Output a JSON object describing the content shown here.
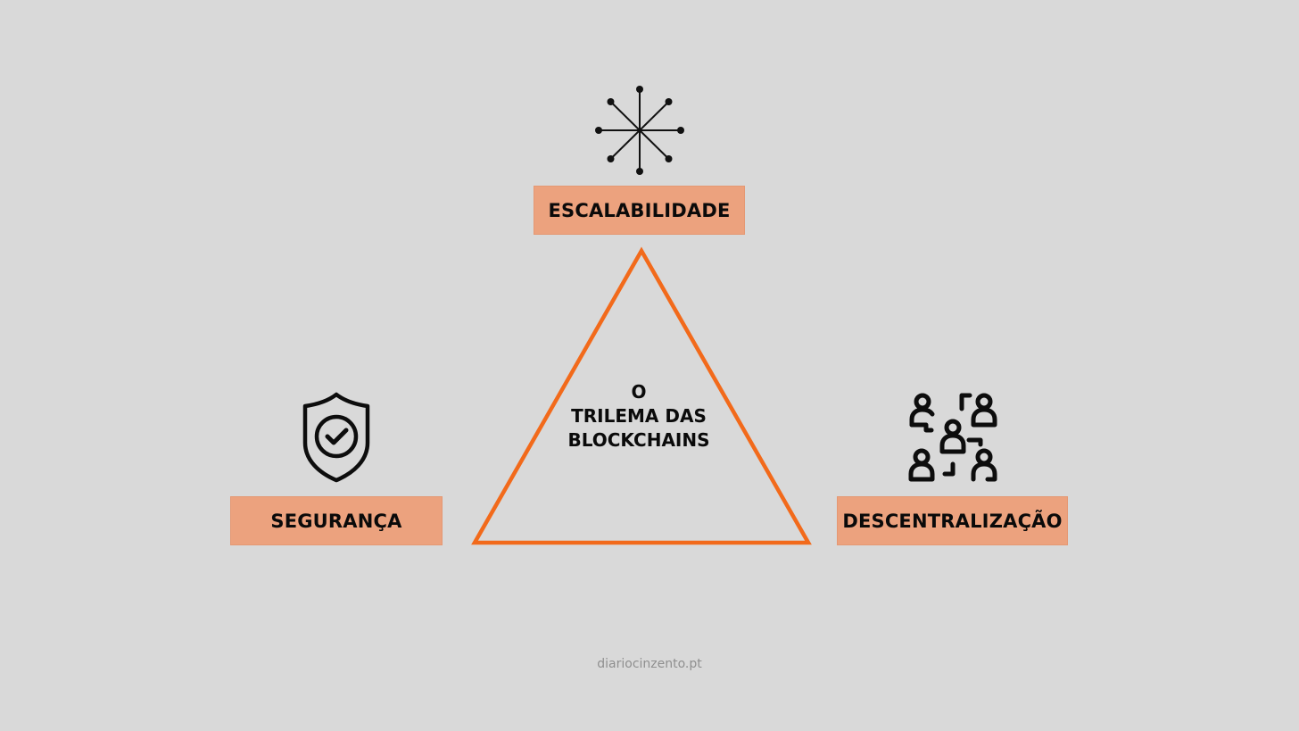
{
  "diagram": {
    "title_lines": [
      "O",
      "TRILEMA DAS",
      "BLOCKCHAINS"
    ],
    "vertices": [
      {
        "id": "top",
        "label": "ESCALABILIDADE",
        "icon": "network-nodes-icon"
      },
      {
        "id": "bottom-left",
        "label": "SEGURANÇA",
        "icon": "shield-check-icon"
      },
      {
        "id": "bottom-right",
        "label": "DESCENTRALIZAÇÃO",
        "icon": "people-network-icon"
      }
    ],
    "colors": {
      "background": "#d9d9d9",
      "label_fill": "#eca27e",
      "triangle_stroke": "#f26a1b",
      "text": "#0a0a0a",
      "footer_text": "#8f8f8f"
    }
  },
  "footer": {
    "text": "diariocinzento.pt"
  }
}
